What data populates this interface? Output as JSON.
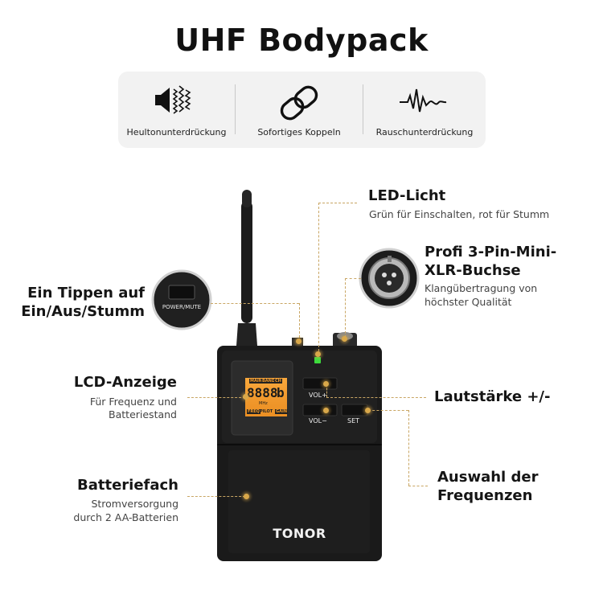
{
  "title": "UHF Bodypack",
  "features": [
    {
      "icon": "speaker-feedback-icon",
      "label": "Heultonunterdrückung"
    },
    {
      "icon": "chain-link-icon",
      "label": "Sofortiges Koppeln"
    },
    {
      "icon": "waveform-icon",
      "label": "Rauschunterdrückung"
    }
  ],
  "callouts": {
    "led": {
      "title": "LED-Licht",
      "desc": "Grün für Einschalten, rot für Stumm"
    },
    "xlr": {
      "title_line1": "Profi 3-Pin-Mini-",
      "title_line2": "XLR-Buchse",
      "desc_line1": "Klangübertragung von",
      "desc_line2": "höchster Qualität"
    },
    "power": {
      "title_line1": "Ein Tippen auf",
      "title_line2": "Ein/Aus/Stumm"
    },
    "lcd": {
      "title": "LCD-Anzeige",
      "desc_line1": "Für Frequenz und",
      "desc_line2": "Batteriestand"
    },
    "volume": {
      "title": "Lautstärke +/-"
    },
    "battery": {
      "title": "Batteriefach",
      "desc_line1": "Stromversorgung",
      "desc_line2": "durch 2 AA-Batterien"
    },
    "freq": {
      "title_line1": "Auswahl der",
      "title_line2": "Frequenzen"
    }
  },
  "device": {
    "brand": "TONOR",
    "power_button_label": "POWER/MUTE",
    "vol_up_label": "VOL+",
    "vol_down_label": "VOL−",
    "set_label": "SET",
    "lcd_digits": "8888",
    "lcd_unit": "b",
    "lcd_tags_top": [
      "MAIN",
      "BAND",
      "CH"
    ],
    "lcd_tags_bottom": [
      "FREQ",
      "PILOT",
      "GAIN"
    ],
    "lcd_mhz": "MHz"
  },
  "colors": {
    "accent": "#d9a84a",
    "lcd": "#f39a2a",
    "led": "#3ddc3d",
    "device": "#1b1b1b"
  }
}
